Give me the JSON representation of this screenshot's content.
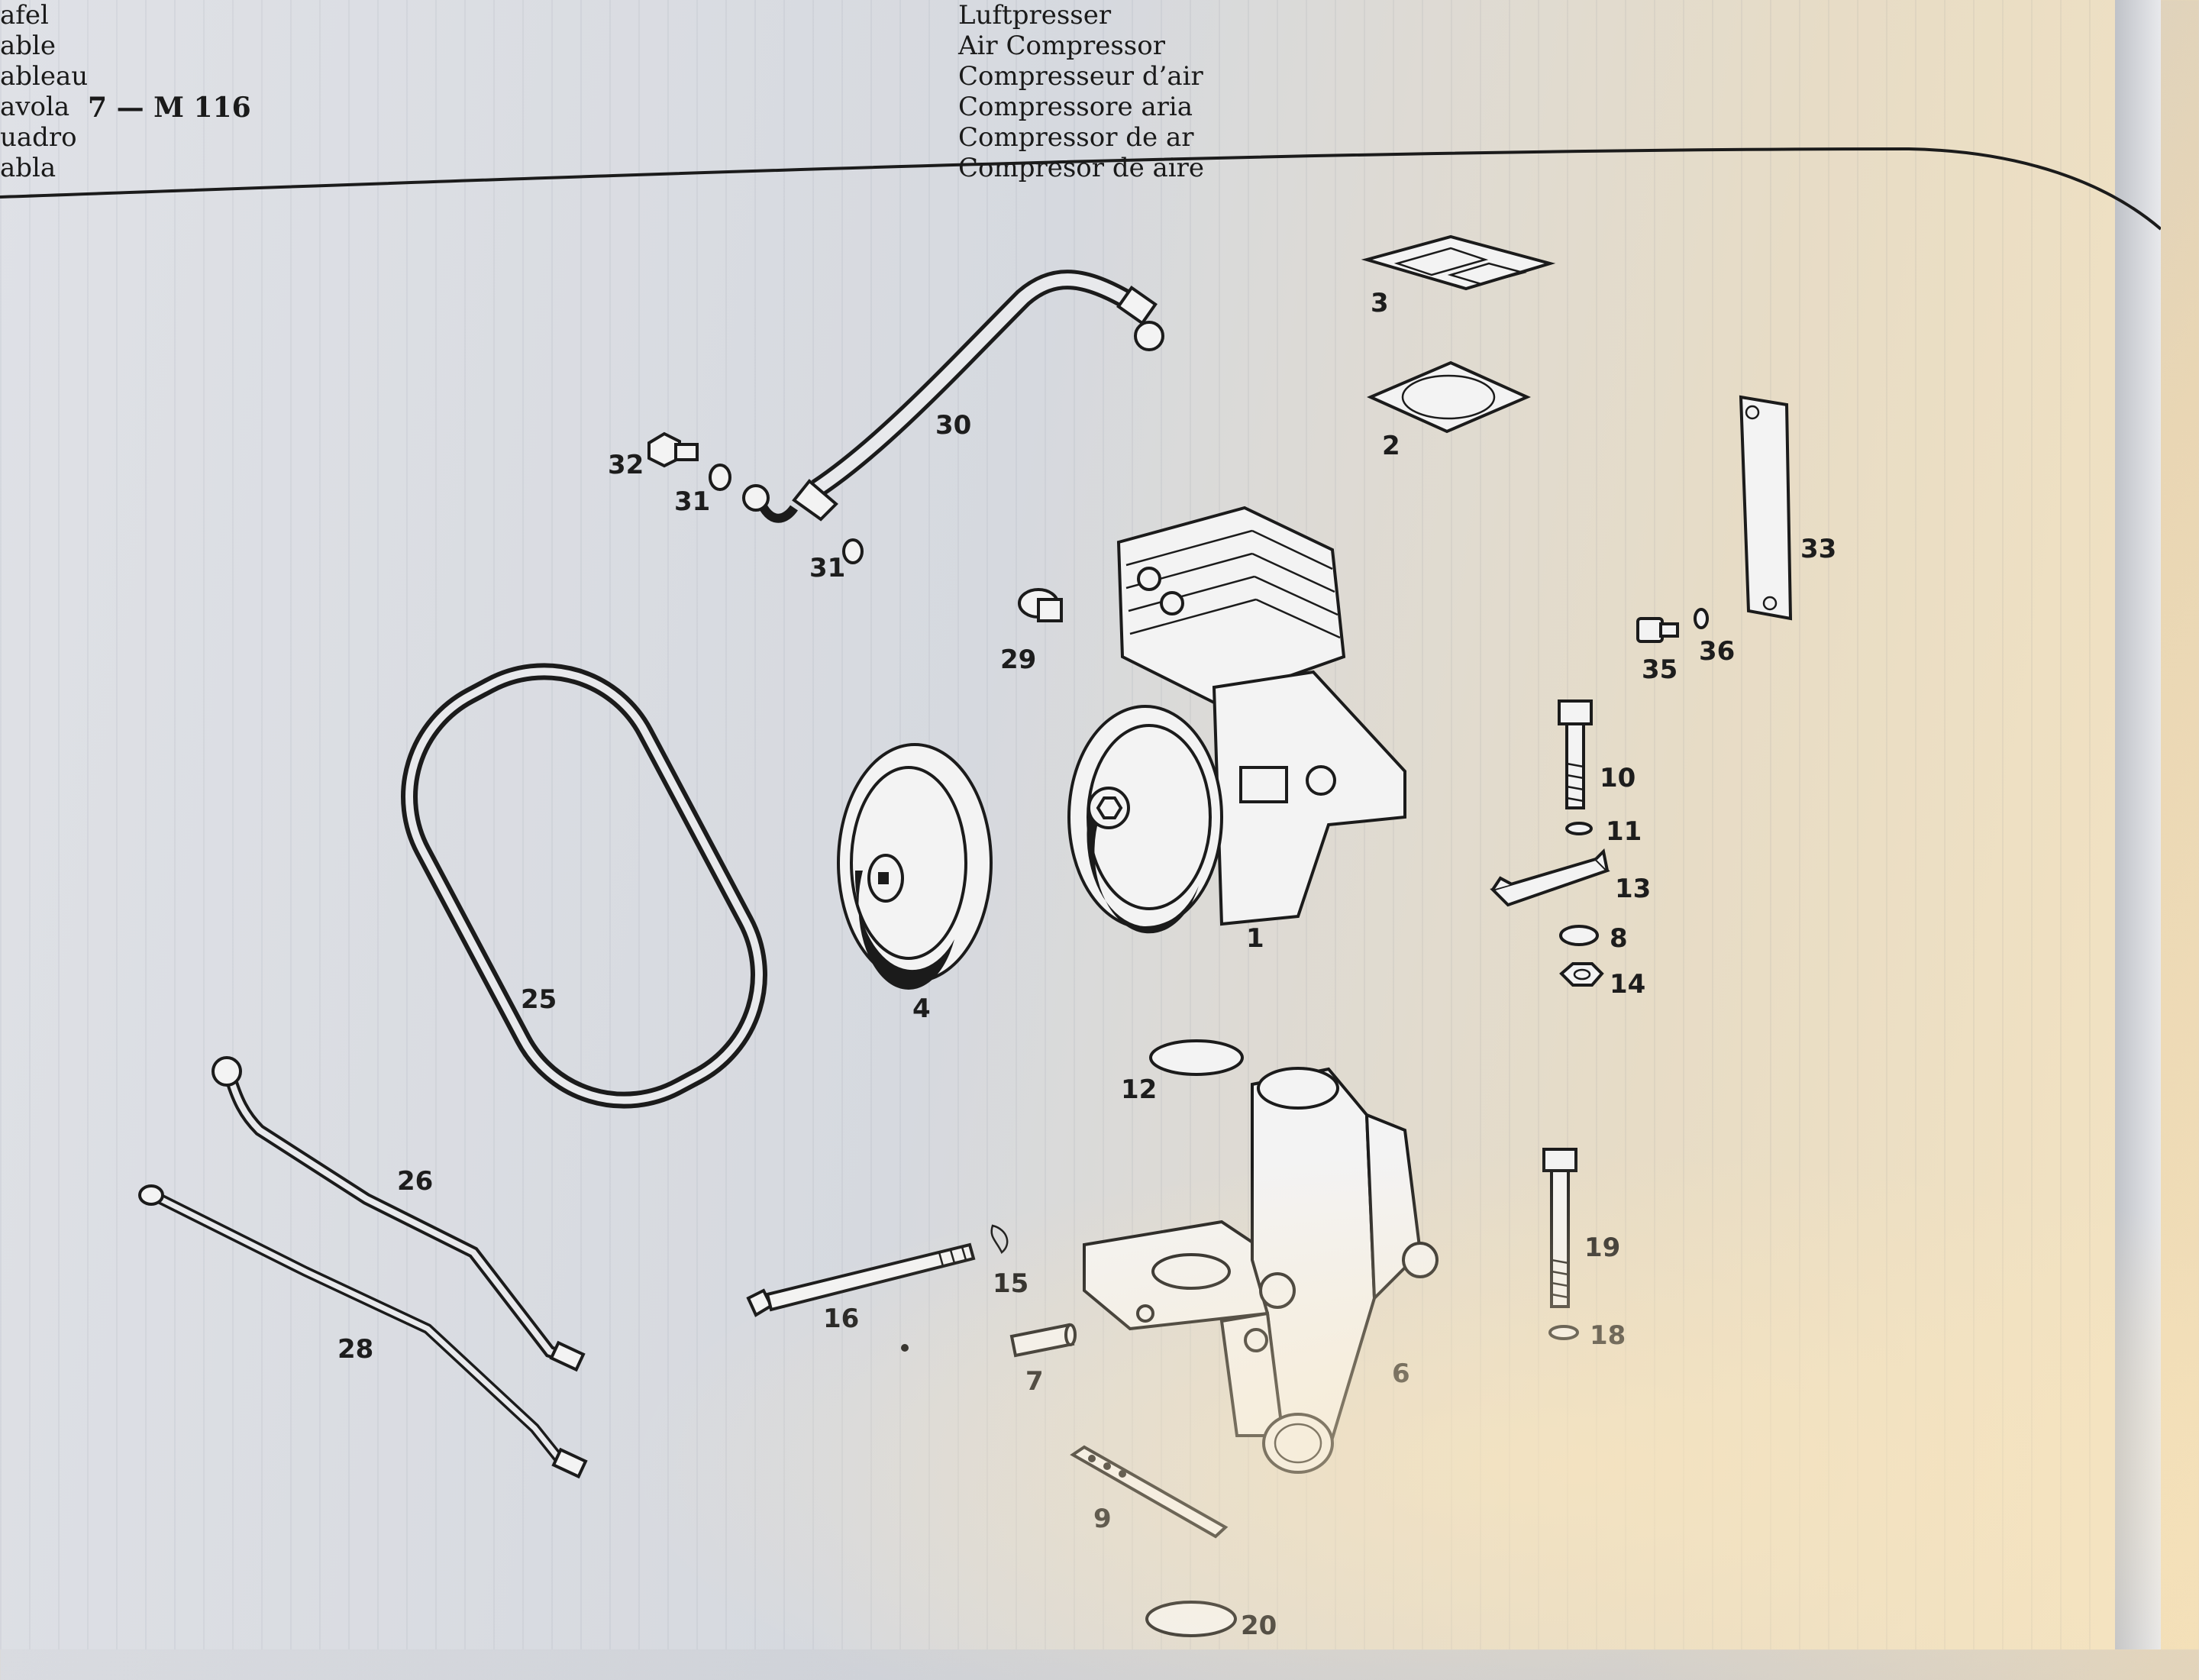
{
  "header": {
    "table_labels": [
      "afel",
      "able",
      "ableau",
      "avola",
      "uadro",
      "abla"
    ],
    "table_code": "7 — M 116",
    "titles": [
      "Luftpresser",
      "Air Compressor",
      "Compresseur d’air",
      "Compressore aria",
      "Compressor de ar",
      "Compresor de aire"
    ]
  },
  "callouts": {
    "c1": "1",
    "c2": "2",
    "c3": "3",
    "c4": "4",
    "c6": "6",
    "c7": "7",
    "c8": "8",
    "c9": "9",
    "c10": "10",
    "c11": "11",
    "c12": "12",
    "c13": "13",
    "c14": "14",
    "c15": "15",
    "c16": "16",
    "c18": "18",
    "c19": "19",
    "c20": "20",
    "c25": "25",
    "c26": "26",
    "c28": "28",
    "c29": "29",
    "c30": "30",
    "c31a": "31",
    "c31b": "31",
    "c32": "32",
    "c33": "33",
    "c35": "35",
    "c36": "36"
  }
}
